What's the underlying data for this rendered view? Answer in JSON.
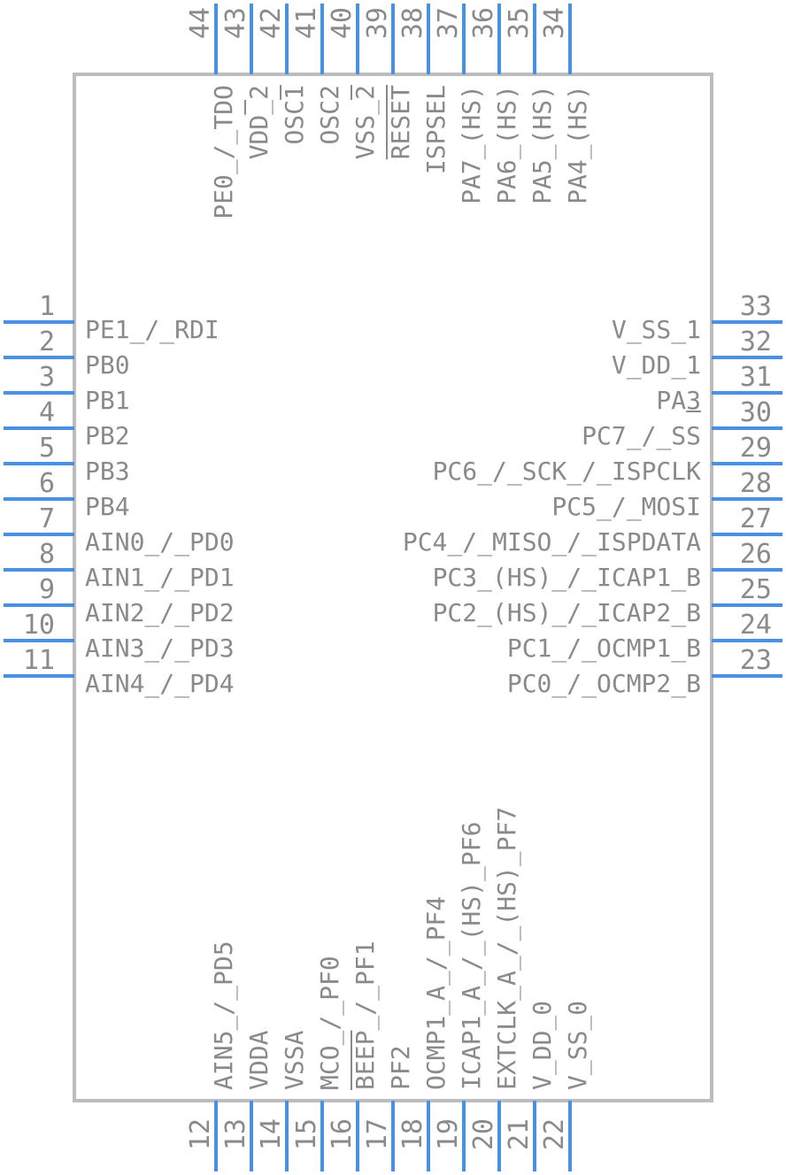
{
  "diagram": {
    "colors": {
      "pin": "#4a90e2",
      "body": "#bdbdbd",
      "text": "#8a8a8a",
      "background": "#ffffff"
    },
    "left_pins": [
      {
        "number": "1",
        "label": "PE1_/_RDI"
      },
      {
        "number": "2",
        "label": "PB0"
      },
      {
        "number": "3",
        "label": "PB1"
      },
      {
        "number": "4",
        "label": "PB2"
      },
      {
        "number": "5",
        "label": "PB3"
      },
      {
        "number": "6",
        "label": "PB4"
      },
      {
        "number": "7",
        "label": "AIN0_/_PD0"
      },
      {
        "number": "8",
        "label": "AIN1_/_PD1"
      },
      {
        "number": "9",
        "label": "AIN2_/_PD2"
      },
      {
        "number": "10",
        "label": "AIN3_/_PD3"
      },
      {
        "number": "11",
        "label": "AIN4_/_PD4"
      }
    ],
    "right_pins": [
      {
        "number": "33",
        "label": "V_SS_1"
      },
      {
        "number": "32",
        "label": "V_DD_1"
      },
      {
        "number": "31",
        "label": "PA3"
      },
      {
        "number": "30",
        "label": "PC7_/_SS"
      },
      {
        "number": "29",
        "label": "PC6_/_SCK_/_ISPCLK"
      },
      {
        "number": "28",
        "label": "PC5_/_MOSI"
      },
      {
        "number": "27",
        "label": "PC4_/_MISO_/_ISPDATA"
      },
      {
        "number": "26",
        "label": "PC3_(HS)_/_ICAP1_B"
      },
      {
        "number": "25",
        "label": "PC2_(HS)_/_ICAP2_B"
      },
      {
        "number": "24",
        "label": "PC1_/_OCMP1_B"
      },
      {
        "number": "23",
        "label": "PC0_/_OCMP2_B"
      }
    ],
    "top_pins": [
      {
        "number": "44",
        "label": "PE0_/_TDO"
      },
      {
        "number": "43",
        "label": "VDD_2"
      },
      {
        "number": "42",
        "label": "OSC1"
      },
      {
        "number": "41",
        "label": "OSC2"
      },
      {
        "number": "40",
        "label": "VSS_2"
      },
      {
        "number": "39",
        "label": "RESET"
      },
      {
        "number": "38",
        "label": "ISPSEL"
      },
      {
        "number": "37",
        "label": "PA7_(HS)"
      },
      {
        "number": "36",
        "label": "PA6_(HS)"
      },
      {
        "number": "35",
        "label": "PA5_(HS)"
      },
      {
        "number": "34",
        "label": "PA4_(HS)"
      }
    ],
    "bottom_pins": [
      {
        "number": "12",
        "label": "AIN5_/_PD5"
      },
      {
        "number": "13",
        "label": "VDDA"
      },
      {
        "number": "14",
        "label": "VSSA"
      },
      {
        "number": "15",
        "label": "MCO_/_PF0"
      },
      {
        "number": "16",
        "label": "BEEP_/_PF1"
      },
      {
        "number": "17",
        "label": "PF2"
      },
      {
        "number": "18",
        "label": "OCMP1_A_/_PF4"
      },
      {
        "number": "19",
        "label": "ICAP1_A_/_(HS)_PF6"
      },
      {
        "number": "20",
        "label": "EXTCLK_A_/_(HS)_PF7"
      },
      {
        "number": "21",
        "label": "V_DD_0"
      },
      {
        "number": "22",
        "label": "V_SS_0"
      }
    ]
  }
}
